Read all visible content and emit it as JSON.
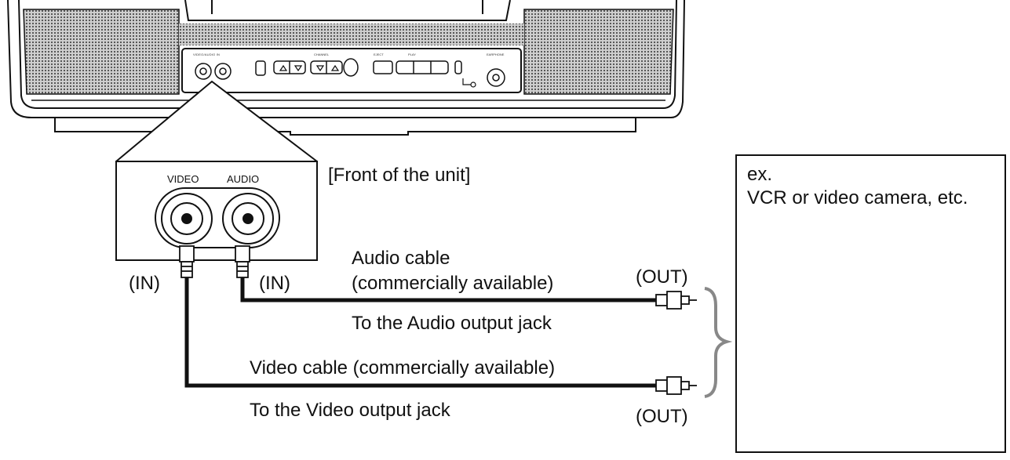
{
  "tv": {
    "panel_labels": {
      "video_audio_in": "VIDEO/AUDIO IN",
      "channel": "CHANNEL",
      "eject": "EJECT",
      "playback": "PLAY",
      "earphone": "EARPHONE"
    }
  },
  "inset": {
    "video_label": "VIDEO",
    "audio_label": "AUDIO",
    "caption": "[Front of the unit]"
  },
  "connections": {
    "in_left": "(IN)",
    "in_right": "(IN)",
    "audio_cable_line1": "Audio cable",
    "audio_cable_line2": "(commercially available)",
    "audio_out": "(OUT)",
    "audio_output_jack": "To the Audio output jack",
    "video_cable": "Video cable (commercially available)",
    "video_output_jack": "To the Video output jack",
    "video_out": "(OUT)"
  },
  "device_box": {
    "line1": "ex.",
    "line2": "VCR or video camera, etc."
  },
  "colors": {
    "line": "#111111",
    "speaker_grille": "#5a5a5a",
    "background": "#ffffff"
  }
}
